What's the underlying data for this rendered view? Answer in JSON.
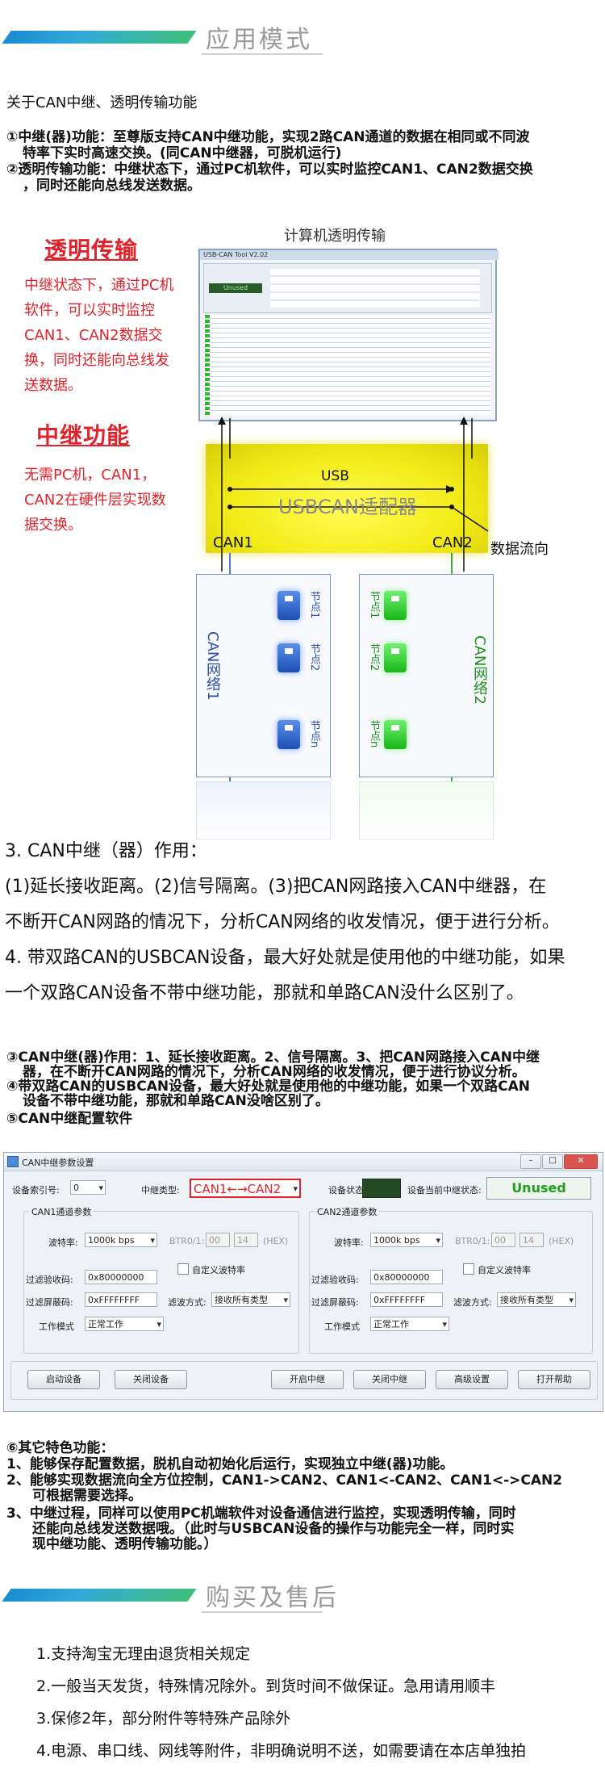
{
  "sections": {
    "mode_title": "应用模式",
    "purchase_title": "购买及售后"
  },
  "intro": {
    "heading": "关于CAN中继、透明传输功能",
    "line1a": "①中继(器)功能：至尊版支持CAN中继功能，实现2路CAN通道的数据在相同或不同波",
    "line1b": "特率下实时高速交换。(同CAN中继器，可脱机运行)",
    "line2a": "②透明传输功能：中继状态下，通过PC机软件，可以实时监控CAN1、CAN2数据交换",
    "line2b": "，同时还能向总线发送数据。"
  },
  "diagram": {
    "transparent_title": "透明传输",
    "transparent_desc": "中继状态下，通过PC机软件，可以实时监控CAN1、CAN2数据交换，同时还能向总线发送数据。",
    "relay_title": "中继功能",
    "relay_desc": "无需PC机，CAN1，CAN2在硬件层实现数据交换。",
    "pc_label": "计算机透明传输",
    "software_title": "USB-CAN Tool V2.02",
    "usb_label": "USB",
    "adapter_label": "USBCAN适配器",
    "can1_label": "CAN1",
    "can2_label": "CAN2",
    "flow_label": "数据流向",
    "net1_label": "CAN网络1",
    "net2_label": "CAN网络2",
    "node1": "节点1",
    "node2": "节点2",
    "noden": "节点n"
  },
  "relay_section": {
    "l1": "3. CAN中继（器）作用：",
    "l2": "(1)延长接收距离。(2)信号隔离。(3)把CAN网路接入CAN中继器，在",
    "l3": "不断开CAN网路的情况下，分析CAN网络的收发情况，便于进行分析。",
    "l4": "4. 带双路CAN的USBCAN设备，最大好处就是使用他的中继功能，如果",
    "l5": "一个双路CAN设备不带中继功能，那就和单路CAN没什么区别了。"
  },
  "relay_notes": {
    "n3a": "③CAN中继(器)作用：1、延长接收距离。2、信号隔离。3、把CAN网路接入CAN中继",
    "n3b": "器，在不断开CAN网路的情况下，分析CAN网络的收发情况，便于进行协议分析。",
    "n4a": "④带双路CAN的USBCAN设备，最大好处就是使用他的中继功能，如果一个双路CAN",
    "n4b": "设备不带中继功能，那就和单路CAN没啥区别了。",
    "n5": "⑤CAN中继配置软件"
  },
  "config_window": {
    "title": "CAN中继参数设置",
    "device_index_label": "设备索引号:",
    "device_index_value": "0",
    "relay_type_label": "中继类型:",
    "relay_type_value": "CAN1←→CAN2",
    "device_status_label": "设备状态",
    "current_status_label": "设备当前中继状态:",
    "current_status_value": "Unused",
    "can1_group": "CAN1通道参数",
    "can2_group": "CAN2通道参数",
    "baud_label": "波特率:",
    "baud_value": "1000k bps",
    "btr_label": "BTR0/1:",
    "btr0": "00",
    "btr1": "14",
    "hex": "(HEX)",
    "acc_code_label": "过滤验收码:",
    "acc_code_value": "0x80000000",
    "custom_baud": "自定义波特率",
    "mask_label": "过滤屏蔽码:",
    "mask_value": "0xFFFFFFFF",
    "filter_mode_label": "滤波方式:",
    "filter_mode_value": "接收所有类型",
    "work_mode_label": "工作模式",
    "work_mode_value": "正常工作",
    "buttons": {
      "start_device": "启动设备",
      "close_device": "关闭设备",
      "start_relay": "开启中继",
      "stop_relay": "关闭中继",
      "advanced": "高级设置",
      "help": "打开帮助"
    }
  },
  "features": {
    "heading": "⑥其它特色功能：",
    "f1": "1、能够保存配置数据，脱机自动初始化后运行，实现独立中继(器)功能。",
    "f2a": "2、能够实现数据流向全方位控制，CAN1->CAN2、CAN1<-CAN2、CAN1<->CAN2",
    "f2b": "可根据需要选择。",
    "f3a": "3、中继过程，同样可以使用PC机端软件对设备通信进行监控，实现透明传输，同时",
    "f3b": "还能向总线发送数据哦。（此时与USBCAN设备的操作与功能完全一样，同时实",
    "f3c": "现中继功能、透明传输功能。）"
  },
  "after_sales": [
    "1.支持淘宝无理由退货相关规定",
    "2.一般当天发货，特殊情况除外。到货时间不做保证。急用请用顺丰",
    "3.保修2年，部分附件等特殊产品除外",
    "4.电源、串口线、网线等附件，非明确说明不送，如需要请在本店单独拍"
  ],
  "colors": {
    "accent_red": "#e2222a",
    "status_green": "#1f9e1f",
    "adapter_yellow": "#f4ec1a"
  }
}
